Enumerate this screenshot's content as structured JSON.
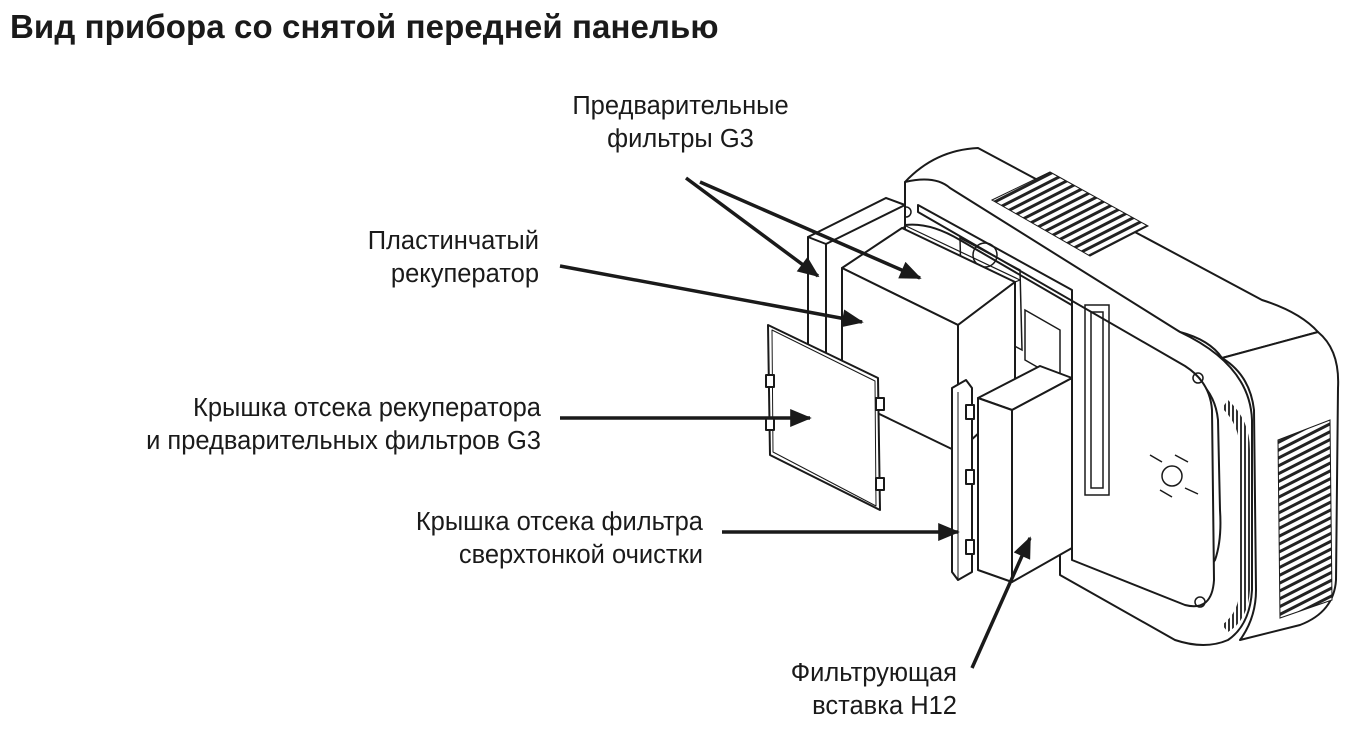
{
  "title": "Вид прибора со снятой передней панелью",
  "labels": {
    "prefilters": [
      "Предварительные",
      "фильтры G3"
    ],
    "recuperator": [
      "Пластинчатый",
      "рекуператор"
    ],
    "recuperator_cover": [
      "Крышка отсека рекуператора",
      "и предварительных фильтров G3"
    ],
    "fine_filter_cover": [
      "Крышка отсека фильтра",
      "сверхтонкой очистки"
    ],
    "filter_insert": [
      "Фильтрующая",
      "вставка H12"
    ]
  },
  "colors": {
    "line": "#1a1a1a",
    "background": "#ffffff",
    "shade": "#f2f2f2"
  }
}
